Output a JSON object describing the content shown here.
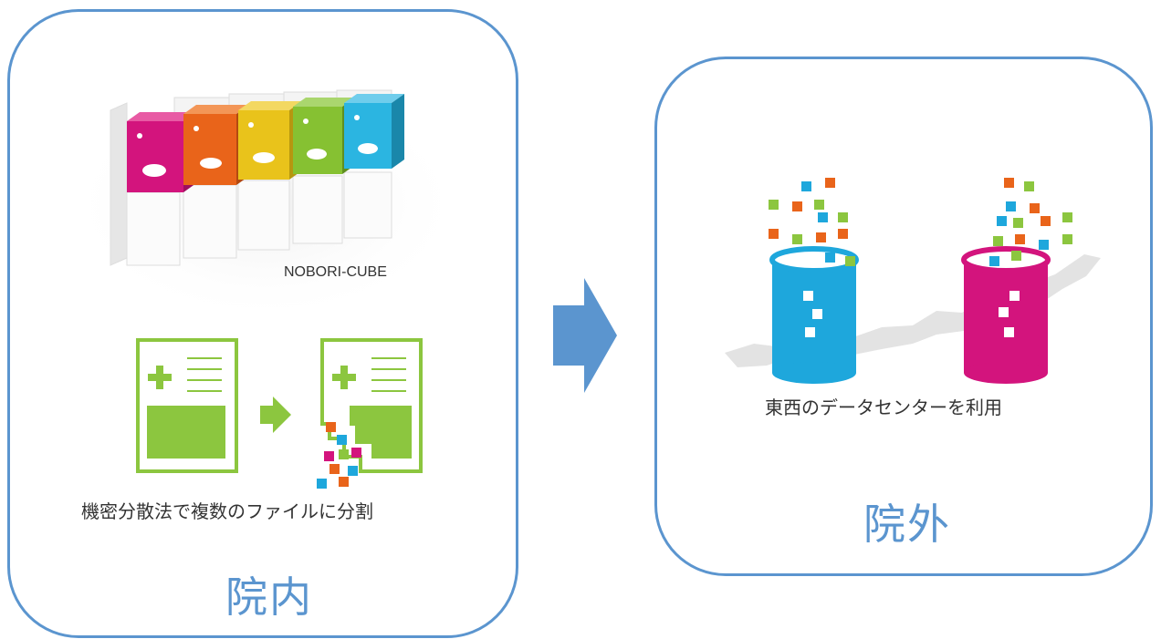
{
  "colors": {
    "panel_border": "#5b95cf",
    "arrow": "#5b95cf",
    "green": "#8cc63f",
    "blue": "#1ea7dc",
    "magenta": "#d3147d",
    "orange": "#e9641a",
    "yellow": "#e9c31b",
    "cyan": "#2bb5e1",
    "lime": "#86c132",
    "map_gray": "#e3e3e3"
  },
  "inside": {
    "product_label": "NOBORI-CUBE",
    "split_caption": "機密分散法で複数のファイルに分割",
    "region_label": "院内"
  },
  "outside": {
    "datacenter_caption": "東西のデータセンターを利用",
    "region_label": "院外"
  },
  "icons": {
    "arrow": "right-arrow-icon",
    "document": "document-icon",
    "database": "database-icon"
  }
}
